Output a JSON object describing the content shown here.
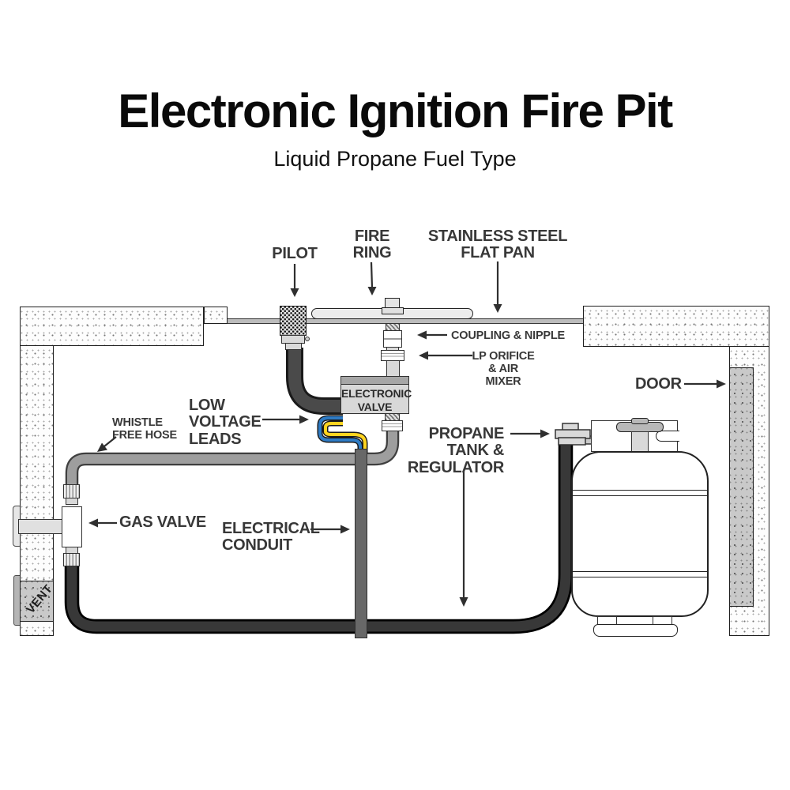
{
  "title": "Electronic Ignition Fire Pit",
  "subtitle": "Liquid Propane Fuel Type",
  "labels": {
    "pilot": "PILOT",
    "fire_ring": "FIRE\nRING",
    "flat_pan": "STAINLESS STEEL\nFLAT PAN",
    "coupling_nipple": "COUPLING & NIPPLE",
    "lp_orifice": "LP ORIFICE\n& AIR MIXER",
    "door": "DOOR",
    "electronic_valve": "ELECTRONIC\nVALVE",
    "low_voltage_leads": "LOW\nVOLTAGE\nLEADS",
    "whistle_free_hose": "WHISTLE\nFREE HOSE",
    "gas_valve": "GAS VALVE",
    "electrical_conduit": "ELECTRICAL\nCONDUIT",
    "propane_tank": "PROPANE\nTANK &\nREGULATOR",
    "vent": "VENT"
  },
  "colors": {
    "label_text": "#383838",
    "title_text": "#0a0a0a",
    "wire_blue": "#2e7bc4",
    "wire_yellow": "#ffd41f",
    "whistle_hose_gray": "#9e9e9e",
    "pilot_hose_gray": "#4a4a4a",
    "propane_hose_black": "#2e2e2e",
    "conduit_gray": "#686868",
    "pan_gray": "#bcbcbc",
    "arrow_color": "#2f2f2f"
  }
}
